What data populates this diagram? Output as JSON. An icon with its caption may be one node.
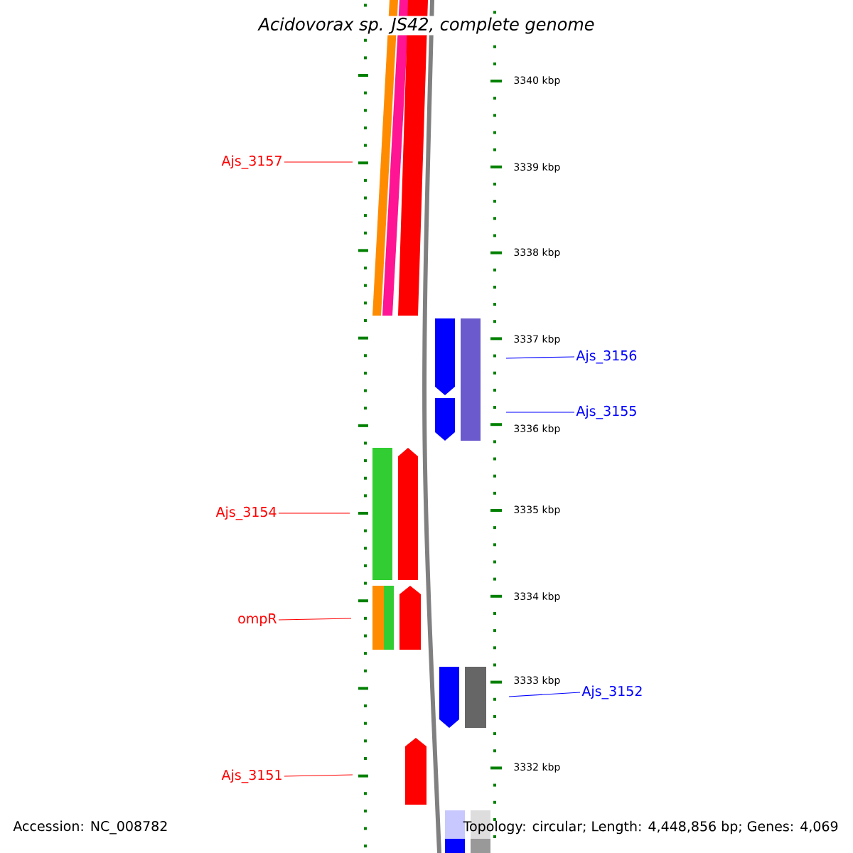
{
  "diagram": {
    "title": "Acidovorax sp. JS42, complete genome",
    "nodes": [
      {
        "text": [
          "Ajs_3157"
        ]
      },
      {
        "text": [
          "Ajs_3156"
        ]
      },
      {
        "text": [
          "Ajs_3155"
        ]
      },
      {
        "text": [
          "Ajs_3154"
        ]
      },
      {
        "text": [
          "ompR"
        ]
      },
      {
        "text": [
          "Ajs_3152"
        ]
      },
      {
        "text": [
          "Ajs_3151"
        ]
      }
    ],
    "edges": [
      {
        "from": 0,
        "to": null,
        "arrow": "none"
      },
      {
        "from": 1,
        "to": null,
        "arrow": "none",
        "color": "#0000ff"
      },
      {
        "from": 2,
        "to": null,
        "arrow": "none",
        "color": "#0000ff"
      },
      {
        "from": 3,
        "to": null,
        "arrow": "none"
      },
      {
        "from": 4,
        "to": null,
        "arrow": "none"
      },
      {
        "from": 5,
        "to": null,
        "arrow": "none",
        "color": "#0000ff"
      },
      {
        "from": 6,
        "to": null,
        "arrow": "none"
      }
    ],
    "labels": [
      "3340 kbp",
      "3339 kbp",
      "3338 kbp",
      "3337 kbp",
      "3336 kbp",
      "3335 kbp",
      "3334 kbp",
      "3333 kbp",
      "3332 kbp",
      "Accession: NC_008782",
      "Topology: circular; Length: 4,448,856 bp; Genes: 4,069"
    ]
  }
}
